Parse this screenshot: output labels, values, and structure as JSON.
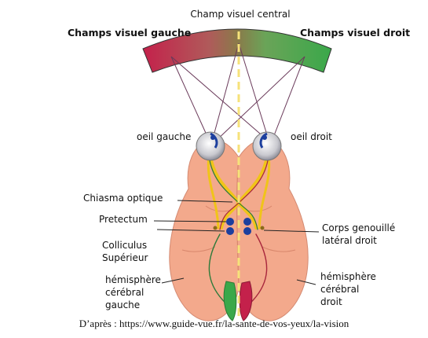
{
  "labels": {
    "central_field": "Champ visuel central",
    "left_field": "Champs visuel gauche",
    "right_field": "Champs visuel droit",
    "left_eye": "oeil gauche",
    "right_eye": "oeil droit",
    "chiasm": "Chiasma optique",
    "pretectum": "Pretectum",
    "colliculus_line1": "Colliculus",
    "colliculus_line2": "Supérieur",
    "lgn_line1": "Corps genouillé",
    "lgn_line2": "latéral droit",
    "left_hemi_line1": "hémisphère",
    "left_hemi_line2": "cérébral",
    "left_hemi_line3": "gauche",
    "right_hemi_line1": "hémisphère",
    "right_hemi_line2": "cérébral",
    "right_hemi_line3": "droit"
  },
  "caption": "D’après : https://www.guide-vue.fr/la-sante-de-vos-yeux/la-vision",
  "colors": {
    "left_field": "#c4214b",
    "right_field": "#3aa84a",
    "brain": "#f3a98c",
    "optic_tract": "#f0c419",
    "nucleus": "#1c3f9e",
    "midline": "#f6e27a"
  }
}
